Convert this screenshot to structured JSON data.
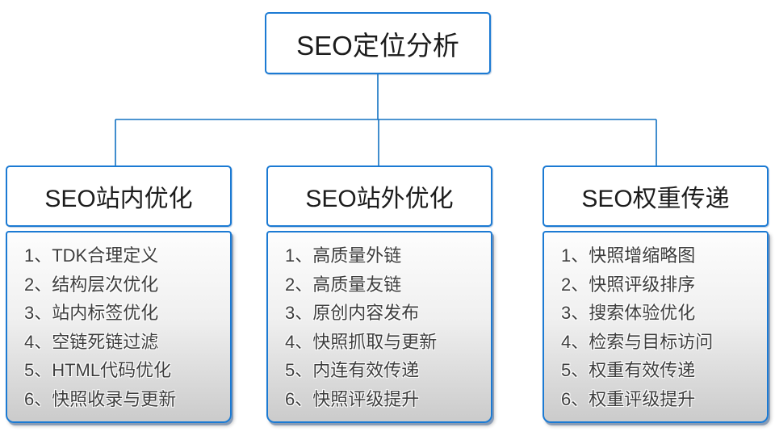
{
  "diagram": {
    "root": {
      "label": "SEO定位分析"
    },
    "branches": [
      {
        "title": "SEO站内优化",
        "items": [
          "1、TDK合理定义",
          "2、结构层次优化",
          "3、站内标签优化",
          "4、空链死链过滤",
          "5、HTML代码优化",
          "6、快照收录与更新"
        ]
      },
      {
        "title": "SEO站外优化",
        "items": [
          "1、高质量外链",
          "2、高质量友链",
          "3、原创内容发布",
          "4、快照抓取与更新",
          "5、内连有效传递",
          "6、快照评级提升"
        ]
      },
      {
        "title": "SEO权重传递",
        "items": [
          "1、快照增缩略图",
          "2、快照评级排序",
          "3、搜索体验优化",
          "4、检索与目标访问",
          "5、权重有效传递",
          "6、权重评级提升"
        ]
      }
    ],
    "colors": {
      "box_border": "#1b7ad3",
      "connector_line": "#1272c2",
      "title_text": "#1c1c1c",
      "item_text": "#3d3d3d",
      "body_gradient_top": "#fdfdfd",
      "body_gradient_bottom": "#cbcbcb"
    }
  }
}
